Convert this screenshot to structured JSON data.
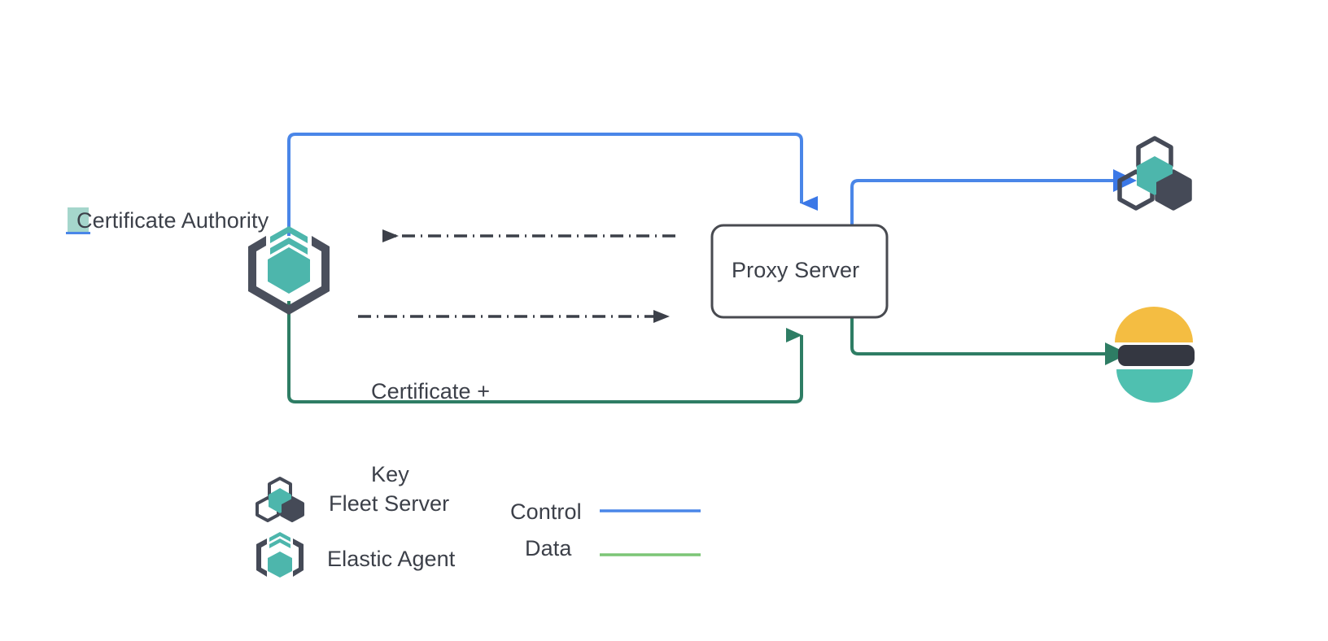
{
  "diagram": {
    "title_node": "Certificate Authority",
    "highlighted_char": "C",
    "nodes": {
      "certificate_authority": {
        "label": "Certificate Authority",
        "icon": "elastic-agent-icon"
      },
      "proxy_server": {
        "label": "Proxy Server",
        "shape": "rounded-rect"
      },
      "fleet_server": {
        "label": "",
        "icon": "fleet-server-icon"
      },
      "elasticsearch": {
        "label": "",
        "icon": "elasticsearch-icon"
      }
    },
    "edges": [
      {
        "name": "control-agent-to-proxy",
        "style": "solid",
        "color": "#4a86e8",
        "label": ""
      },
      {
        "name": "control-proxy-to-fleet",
        "style": "solid",
        "color": "#4a86e8",
        "label": ""
      },
      {
        "name": "data-agent-to-proxy",
        "style": "solid",
        "color": "#2e7d64",
        "label": ""
      },
      {
        "name": "data-proxy-to-elasticsearch",
        "style": "solid",
        "color": "#2e7d64",
        "label": ""
      },
      {
        "name": "request-proxy-to-ca",
        "style": "dash-dot",
        "color": "#3c4049",
        "label": ""
      },
      {
        "name": "certificate-key-ca-to-proxy",
        "style": "dash-dot",
        "color": "#3c4049",
        "label": "Certificate +\nKey"
      }
    ],
    "edge_label_certificate_key_line1": "Certificate +",
    "edge_label_certificate_key_line2": "Key"
  },
  "legend": {
    "items": [
      {
        "label": "Fleet Server",
        "icon": "fleet-server-icon"
      },
      {
        "label": "Elastic Agent",
        "icon": "elastic-agent-icon"
      }
    ],
    "lines": [
      {
        "label": "Control",
        "color": "#4a86e8"
      },
      {
        "label": "Data",
        "color": "#7cc576"
      }
    ]
  },
  "colors": {
    "control_blue": "#4a86e8",
    "data_green": "#2e7d64",
    "legend_data_green": "#7cc576",
    "teal": "#4db6ac",
    "dark_slate": "#454a57",
    "text": "#3c4049",
    "elastic_yellow": "#f4bd42",
    "elastic_teal": "#4fc0b0",
    "highlight": "#a5d6cc",
    "background": "#ffffff"
  }
}
